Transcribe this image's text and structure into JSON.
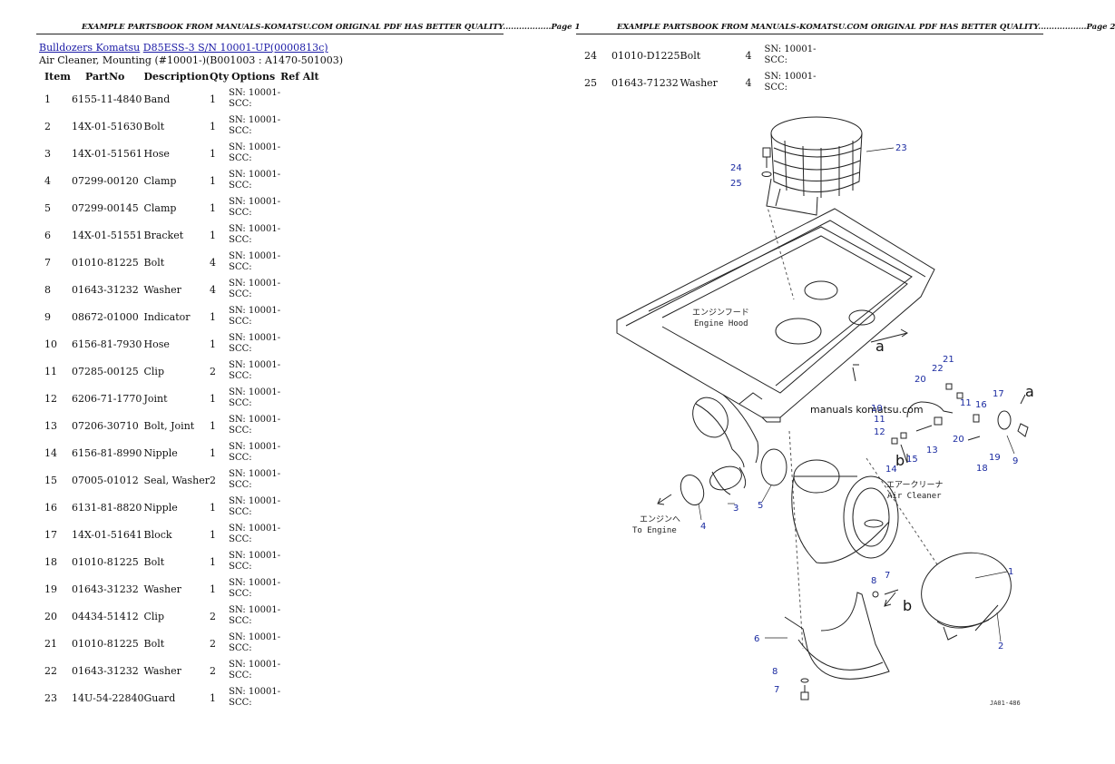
{
  "page1": {
    "header": "EXAMPLE PARTSBOOK FROM MANUALS-KOMATSU.COM ORIGINAL PDF HAS BETTER QUALITY..................Page 1",
    "breadcrumb": {
      "link1": "Bulldozers Komatsu",
      "link2": "D85ESS-3 S/N 10001-UP(0000813c)"
    },
    "subtitle": "Air Cleaner, Mounting (#10001-)(B001003 : A1470-501003)",
    "columns": [
      "Item",
      "PartNo",
      "Description",
      "Qty",
      "Options",
      "Ref Alt"
    ],
    "rows": [
      {
        "item": "1",
        "partno": "6155-11-4840",
        "desc": "Band",
        "qty": "1",
        "opt1": "SN: 10001-",
        "opt2": "SCC:"
      },
      {
        "item": "2",
        "partno": "14X-01-51630",
        "desc": "Bolt",
        "qty": "1",
        "opt1": "SN: 10001-",
        "opt2": "SCC:"
      },
      {
        "item": "3",
        "partno": "14X-01-51561",
        "desc": "Hose",
        "qty": "1",
        "opt1": "SN: 10001-",
        "opt2": "SCC:"
      },
      {
        "item": "4",
        "partno": "07299-00120",
        "desc": "Clamp",
        "qty": "1",
        "opt1": "SN: 10001-",
        "opt2": "SCC:"
      },
      {
        "item": "5",
        "partno": "07299-00145",
        "desc": "Clamp",
        "qty": "1",
        "opt1": "SN: 10001-",
        "opt2": "SCC:"
      },
      {
        "item": "6",
        "partno": "14X-01-51551",
        "desc": "Bracket",
        "qty": "1",
        "opt1": "SN: 10001-",
        "opt2": "SCC:"
      },
      {
        "item": "7",
        "partno": "01010-81225",
        "desc": "Bolt",
        "qty": "4",
        "opt1": "SN: 10001-",
        "opt2": "SCC:"
      },
      {
        "item": "8",
        "partno": "01643-31232",
        "desc": "Washer",
        "qty": "4",
        "opt1": "SN: 10001-",
        "opt2": "SCC:"
      },
      {
        "item": "9",
        "partno": "08672-01000",
        "desc": "Indicator",
        "qty": "1",
        "opt1": "SN: 10001-",
        "opt2": "SCC:"
      },
      {
        "item": "10",
        "partno": "6156-81-7930",
        "desc": "Hose",
        "qty": "1",
        "opt1": "SN: 10001-",
        "opt2": "SCC:"
      },
      {
        "item": "11",
        "partno": "07285-00125",
        "desc": "Clip",
        "qty": "2",
        "opt1": "SN: 10001-",
        "opt2": "SCC:"
      },
      {
        "item": "12",
        "partno": "6206-71-1770",
        "desc": "Joint",
        "qty": "1",
        "opt1": "SN: 10001-",
        "opt2": "SCC:"
      },
      {
        "item": "13",
        "partno": "07206-30710",
        "desc": "Bolt, Joint",
        "qty": "1",
        "opt1": "SN: 10001-",
        "opt2": "SCC:"
      },
      {
        "item": "14",
        "partno": "6156-81-8990",
        "desc": "Nipple",
        "qty": "1",
        "opt1": "SN: 10001-",
        "opt2": "SCC:"
      },
      {
        "item": "15",
        "partno": "07005-01012",
        "desc": "Seal, Washer",
        "qty": "2",
        "opt1": "SN: 10001-",
        "opt2": "SCC:"
      },
      {
        "item": "16",
        "partno": "6131-81-8820",
        "desc": "Nipple",
        "qty": "1",
        "opt1": "SN: 10001-",
        "opt2": "SCC:"
      },
      {
        "item": "17",
        "partno": "14X-01-51641",
        "desc": "Block",
        "qty": "1",
        "opt1": "SN: 10001-",
        "opt2": "SCC:"
      },
      {
        "item": "18",
        "partno": "01010-81225",
        "desc": "Bolt",
        "qty": "1",
        "opt1": "SN: 10001-",
        "opt2": "SCC:"
      },
      {
        "item": "19",
        "partno": "01643-31232",
        "desc": "Washer",
        "qty": "1",
        "opt1": "SN: 10001-",
        "opt2": "SCC:"
      },
      {
        "item": "20",
        "partno": "04434-51412",
        "desc": "Clip",
        "qty": "2",
        "opt1": "SN: 10001-",
        "opt2": "SCC:"
      },
      {
        "item": "21",
        "partno": "01010-81225",
        "desc": "Bolt",
        "qty": "2",
        "opt1": "SN: 10001-",
        "opt2": "SCC:"
      },
      {
        "item": "22",
        "partno": "01643-31232",
        "desc": "Washer",
        "qty": "2",
        "opt1": "SN: 10001-",
        "opt2": "SCC:"
      },
      {
        "item": "23",
        "partno": "14U-54-22840",
        "desc": "Guard",
        "qty": "1",
        "opt1": "SN: 10001-",
        "opt2": "SCC:"
      }
    ]
  },
  "page2": {
    "header": "EXAMPLE PARTSBOOK FROM MANUALS-KOMATSU.COM ORIGINAL PDF HAS BETTER QUALITY..................Page 2",
    "rows": [
      {
        "item": "24",
        "partno": "01010-D1225",
        "desc": "Bolt",
        "qty": "4",
        "opt1": "SN: 10001-",
        "opt2": "SCC:"
      },
      {
        "item": "25",
        "partno": "01643-71232",
        "desc": "Washer",
        "qty": "4",
        "opt1": "SN: 10001-",
        "opt2": "SCC:"
      }
    ],
    "diagram": {
      "watermark": "manuals komatsu.com",
      "hood_jp": "エンジンフード",
      "hood_en": "Engine Hood",
      "aircleaner_jp": "エアークリーナ",
      "aircleaner_en": "Air Cleaner",
      "engine_jp": "エンジンへ",
      "engine_en": "To Engine",
      "drawing_id": "JA01-486",
      "letter_a1": "a",
      "letter_a2": "a",
      "letter_b1": "b",
      "letter_b2": "b",
      "callouts": {
        "c1": "1",
        "c2": "2",
        "c3": "3",
        "c4": "4",
        "c5": "5",
        "c6": "6",
        "c7a": "7",
        "c7b": "7",
        "c8a": "8",
        "c8b": "8",
        "c9": "9",
        "c10": "10",
        "c11a": "11",
        "c11b": "11",
        "c12": "12",
        "c13": "13",
        "c14": "14",
        "c15": "15",
        "c16": "16",
        "c17": "17",
        "c18": "18",
        "c19": "19",
        "c20a": "20",
        "c20b": "20",
        "c21": "21",
        "c22": "22",
        "c23": "23",
        "c24": "24",
        "c25": "25"
      }
    }
  }
}
